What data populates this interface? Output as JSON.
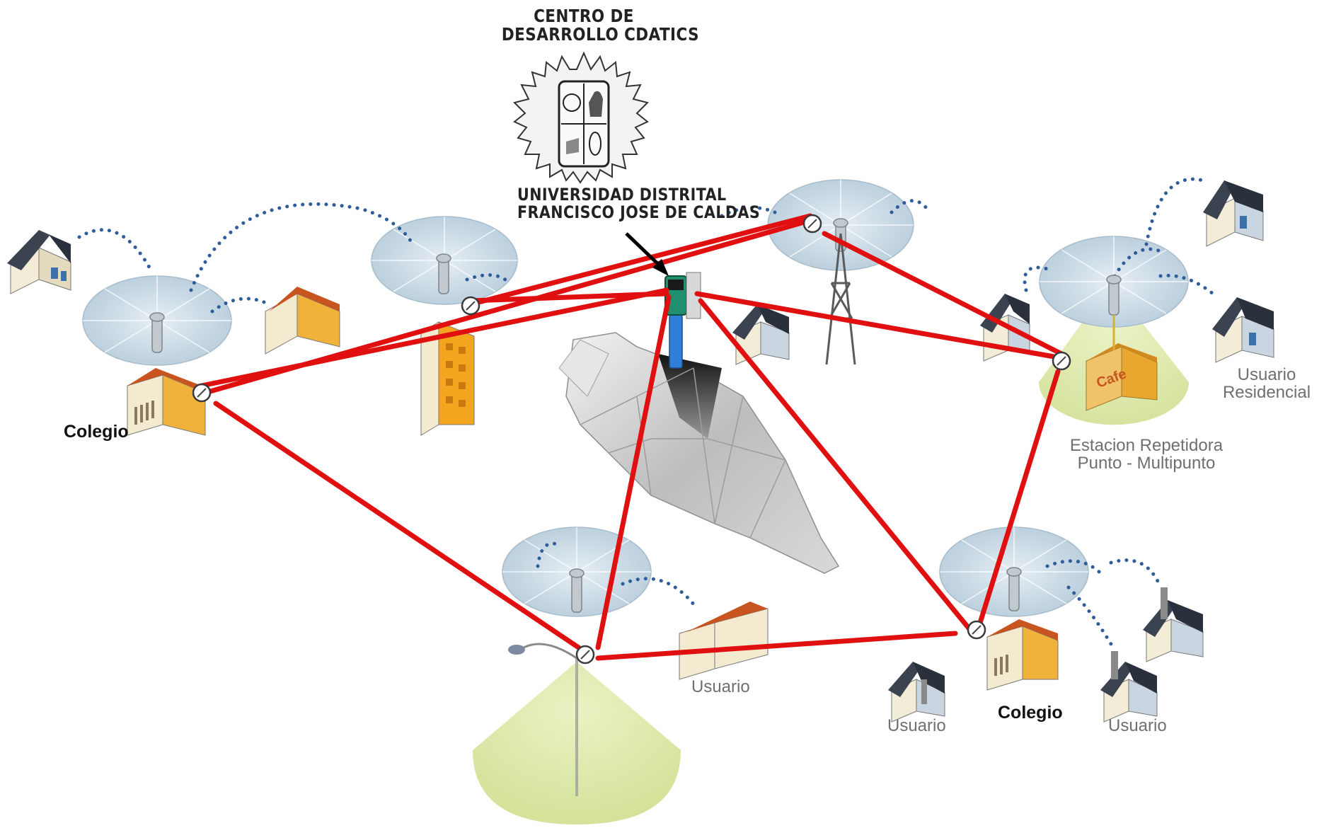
{
  "header": {
    "center_line1": "CENTRO DE",
    "center_line2": "DESARROLLO CDATICS",
    "university_line1": "UNIVERSIDAD DISTRITAL",
    "university_line2": "FRANCISCO JOSE DE CALDAS"
  },
  "labels": {
    "colegio_left": "Colegio",
    "colegio_right": "Colegio",
    "usuario_center": "Usuario",
    "usuario_right_1": "Usuario",
    "usuario_right_2": "Usuario",
    "usuario_residencial_line1": "Usuario",
    "usuario_residencial_line2": "Residencial",
    "estacion_line1": "Estacion Repetidora",
    "estacion_line2": "Punto - Multipunto",
    "cafe_sign": "Cafe"
  },
  "colors": {
    "link": "#e01010",
    "coverage_disc": "#c5d6e3",
    "coverage_cone": "#dbe7a6",
    "wireless_dots": "#2f5d9a",
    "roof_orange": "#c8551f",
    "wall_cream": "#f4ead0",
    "tower_green": "#1f8f70",
    "tower_blue": "#2f7fd6"
  }
}
